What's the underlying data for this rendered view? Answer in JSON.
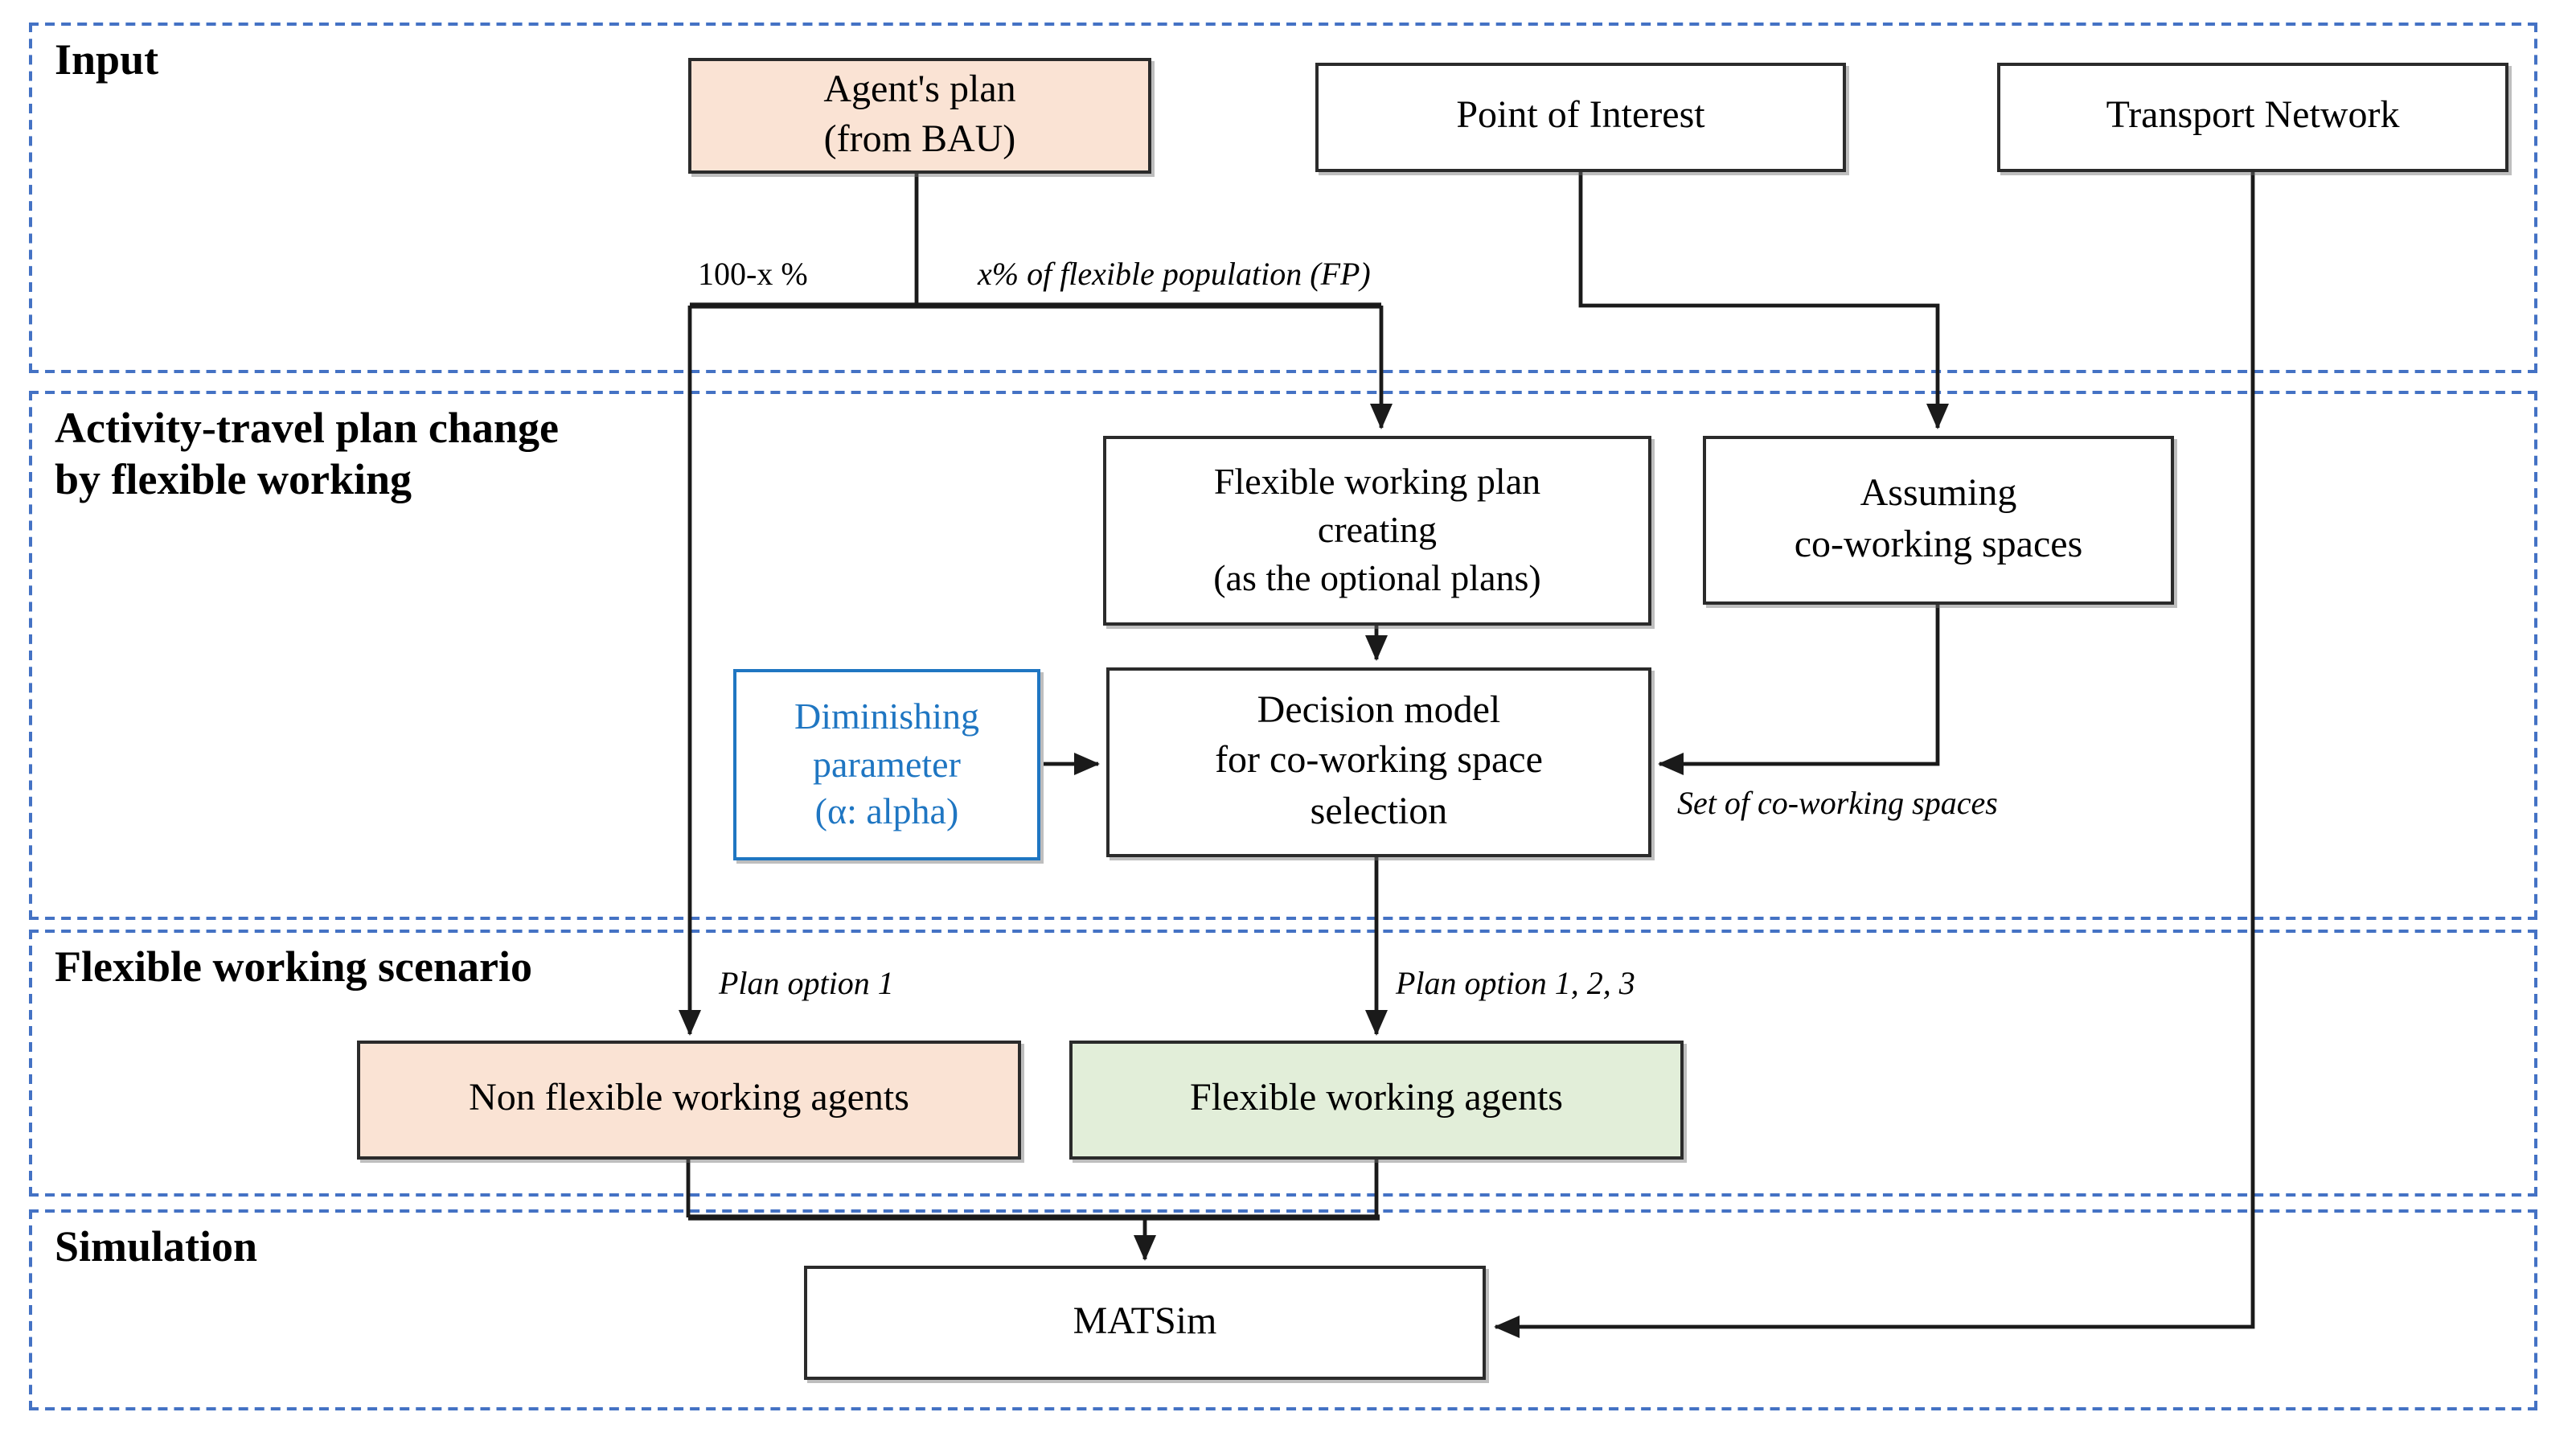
{
  "figure": {
    "background": "#ffffff",
    "line_color": "#1a1a1a",
    "dashed_border_color": "#4472c4"
  },
  "sections": [
    {
      "id": "input",
      "label": "Input"
    },
    {
      "id": "plan-change",
      "label_line1": "Activity-travel plan change",
      "label_line2": "by flexible working"
    },
    {
      "id": "scenario",
      "label": "Flexible working scenario"
    },
    {
      "id": "simulation",
      "label": "Simulation"
    }
  ],
  "nodes": {
    "agents_plan": {
      "lines": [
        "Agent's plan",
        "(from BAU)"
      ],
      "fill": "#fae3d4"
    },
    "poi": {
      "lines": [
        "Point of Interest"
      ],
      "fill": "#ffffff"
    },
    "transport": {
      "lines": [
        "Transport Network"
      ],
      "fill": "#ffffff"
    },
    "fwpc": {
      "lines": [
        "Flexible working plan",
        "creating",
        "(as the optional plans)"
      ],
      "fill": "#ffffff"
    },
    "assuming": {
      "lines": [
        "Assuming",
        "co-working spaces"
      ],
      "fill": "#ffffff"
    },
    "diminishing": {
      "lines": [
        "Diminishing",
        "parameter",
        "(α: alpha)"
      ],
      "fill": "#ffffff",
      "accent": "#1f76c2"
    },
    "decision": {
      "lines": [
        "Decision model",
        "for co-working space",
        "selection"
      ],
      "fill": "#ffffff"
    },
    "nonflex": {
      "lines": [
        "Non flexible working agents"
      ],
      "fill": "#fae3d4"
    },
    "flex": {
      "lines": [
        "Flexible working agents"
      ],
      "fill": "#e2eed9"
    },
    "matsim": {
      "lines": [
        "MATSim"
      ],
      "fill": "#ffffff"
    }
  },
  "edge_labels": {
    "pct_nonflex": "100-x %",
    "pct_flex": "x% of flexible population (FP)",
    "set_cws": "Set of co-working spaces",
    "plan1": "Plan option 1",
    "plan123": "Plan option 1, 2, 3"
  }
}
